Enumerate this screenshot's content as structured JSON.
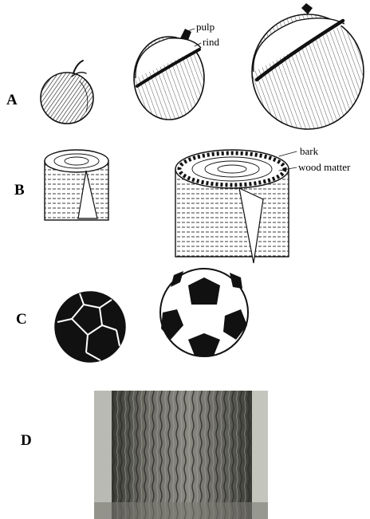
{
  "rows": [
    {
      "id": "A",
      "label": "A"
    },
    {
      "id": "B",
      "label": "B"
    },
    {
      "id": "C",
      "label": "C"
    },
    {
      "id": "D",
      "label": "D"
    }
  ],
  "callouts": {
    "apple": {
      "pulp": "pulp",
      "rind": "rind"
    },
    "log": {
      "bark": "bark",
      "wood": "wood matter"
    }
  },
  "colors": {
    "ink": "#111111",
    "paper": "#ffffff",
    "bark_photo": "#5a5a54"
  },
  "illustrations": [
    "apple-small-icon",
    "apple-cut-icon",
    "apple-large-cut-icon",
    "log-small-icon",
    "log-large-icon",
    "ball-small-icon",
    "ball-large-icon",
    "tree-bark-photo"
  ]
}
